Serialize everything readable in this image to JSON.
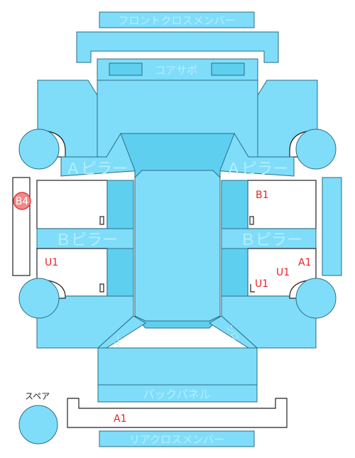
{
  "labels": {
    "front_cross_member": "フロントクロスメンバー",
    "core_support": "コアサポ",
    "a_pillar_left": "Ａピラー",
    "a_pillar_right": "Ａピラー",
    "b_pillar_left": "Ｂピラー",
    "b_pillar_right": "Ｂピラー",
    "back_panel": "バックパネル",
    "rear_cross_member": "リアクロスメンバー",
    "spare": "スペア",
    "front_cross_member_sub_left": "ンロ",
    "front_cross_member_sub_right": "ンロ"
  },
  "damage_marks": [
    {
      "code": "B4",
      "location": "left-sill",
      "circled": true
    },
    {
      "code": "B1",
      "location": "right-front-floor"
    },
    {
      "code": "U1",
      "location": "left-rear-floor"
    },
    {
      "code": "A1",
      "location": "right-rear-floor"
    },
    {
      "code": "U1",
      "location": "right-rear-floor"
    },
    {
      "code": "U1",
      "location": "right-rear-floor-lower"
    },
    {
      "code": "A1",
      "location": "rear-cross-member"
    }
  ],
  "colors": {
    "panel": "#7fddfa",
    "panel_dark": "#5fcff0",
    "mark": "#e8222a",
    "mark_circle": "#f08a8a"
  }
}
